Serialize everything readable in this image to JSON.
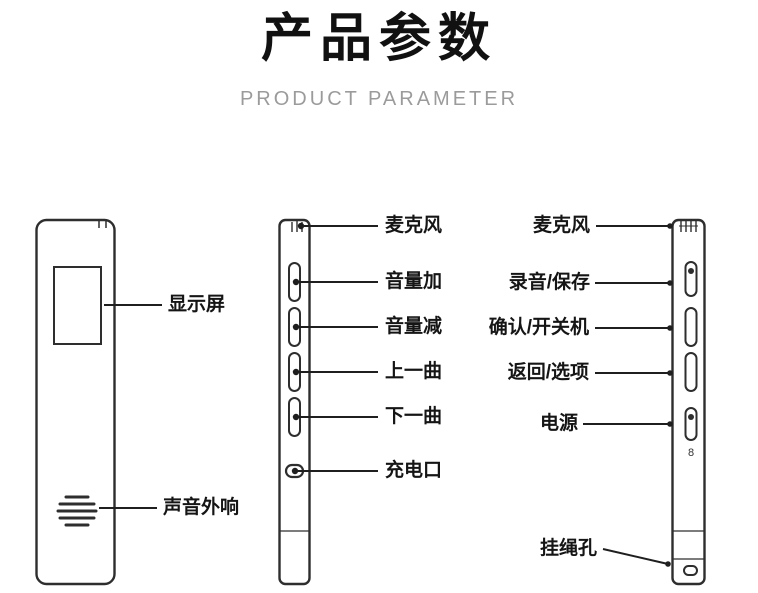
{
  "header": {
    "title": "产品参数",
    "subtitle": "PRODUCT PARAMETER"
  },
  "front_view": {
    "labels": {
      "screen": "显示屏",
      "speaker": "声音外响"
    }
  },
  "side_view_volume": {
    "labels": {
      "mic": "麦克风",
      "volume_up": "音量加",
      "volume_down": "音量减",
      "prev_track": "上一曲",
      "next_track": "下一曲",
      "charge_port": "充电口"
    }
  },
  "side_view_controls": {
    "labels": {
      "mic": "麦克风",
      "record_save": "录音/保存",
      "confirm_power": "确认/开关机",
      "back_options": "返回/选项",
      "power": "电源",
      "lanyard_hole": "挂绳孔"
    },
    "marking": "8"
  }
}
